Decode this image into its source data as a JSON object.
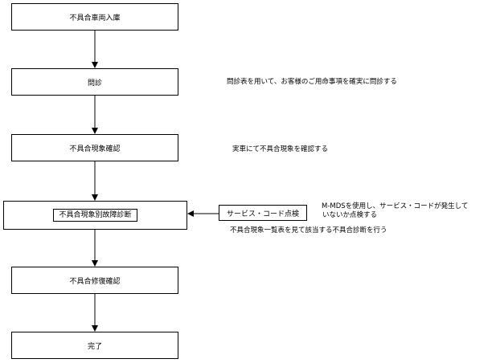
{
  "flow": {
    "step1": "不具合車両入庫",
    "step2": "問診",
    "step3": "不具合現象確認",
    "step4": "不具合現象別故障診断",
    "step5": "不具合修復確認",
    "step6": "完了"
  },
  "side": {
    "service_code_check": "サービス・コード点検"
  },
  "notes": {
    "interview": "問診表を用いて、お客様のご用命事項を確実に問診する",
    "symptom_check": "実車にて不具合現象を確認する",
    "mmds_line1": "M-MDSを使用し、サービス・コードが発生して",
    "mmds_line2": "いないか点検する",
    "diagnosis": "不具合現象一覧表を見て該当する不具合診断を行う"
  }
}
